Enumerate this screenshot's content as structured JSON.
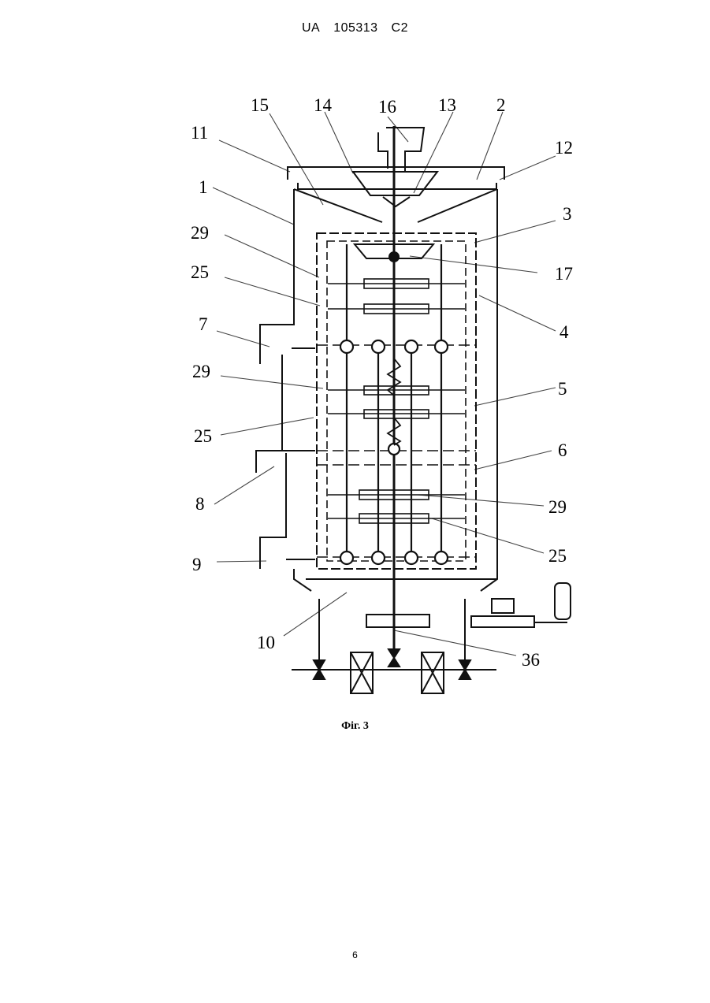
{
  "header": {
    "country": "UA",
    "number": "105313",
    "kind": "C2"
  },
  "figure": {
    "caption": "Фіг. 3",
    "labels": [
      "15",
      "14",
      "16",
      "13",
      "2",
      "11",
      "12",
      "1",
      "3",
      "29",
      "25",
      "17",
      "7",
      "4",
      "29",
      "5",
      "25",
      "6",
      "8",
      "29",
      "9",
      "25",
      "10",
      "36"
    ]
  },
  "page_number": "6"
}
